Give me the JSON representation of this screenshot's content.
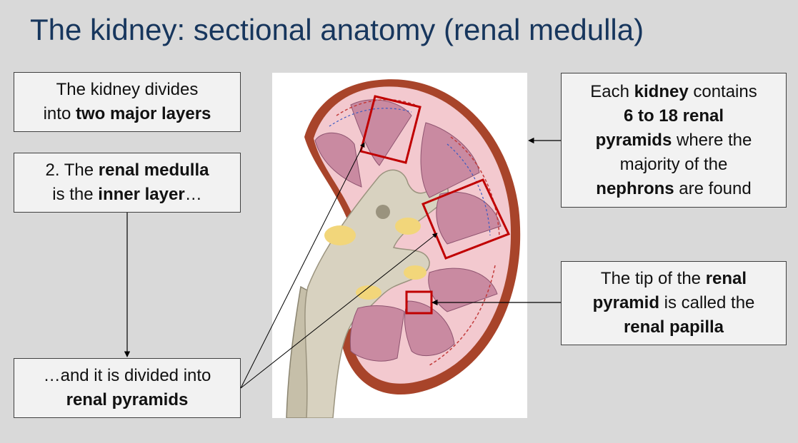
{
  "slide": {
    "title": "The kidney: sectional anatomy (renal medulla)"
  },
  "boxes": {
    "layers": {
      "lines": [
        [
          {
            "t": "The kidney divides",
            "b": false
          }
        ],
        [
          {
            "t": "into ",
            "b": false
          },
          {
            "t": "two major layers",
            "b": true
          }
        ]
      ]
    },
    "medulla": {
      "lines": [
        [
          {
            "t": "2. The ",
            "b": false
          },
          {
            "t": "renal medulla",
            "b": true
          }
        ],
        [
          {
            "t": "is the ",
            "b": false
          },
          {
            "t": "inner layer",
            "b": true
          },
          {
            "t": "…",
            "b": false
          }
        ]
      ]
    },
    "pyramids": {
      "lines": [
        [
          {
            "t": "…and it is divided into",
            "b": false
          }
        ],
        [
          {
            "t": "renal pyramids",
            "b": true
          }
        ]
      ]
    },
    "count": {
      "lines": [
        [
          {
            "t": "Each ",
            "b": false
          },
          {
            "t": "kidney",
            "b": true
          },
          {
            "t": " contains",
            "b": false
          }
        ],
        [
          {
            "t": "6 to 18 renal",
            "b": true
          }
        ],
        [
          {
            "t": "pyramids",
            "b": true
          },
          {
            "t": " where the",
            "b": false
          }
        ],
        [
          {
            "t": "majority of the",
            "b": false
          }
        ],
        [
          {
            "t": "nephrons",
            "b": true
          },
          {
            "t": " are found",
            "b": false
          }
        ]
      ]
    },
    "papilla": {
      "lines": [
        [
          {
            "t": "The tip of the ",
            "b": false
          },
          {
            "t": "renal",
            "b": true
          }
        ],
        [
          {
            "t": "pyramid",
            "b": true
          },
          {
            "t": " is called the",
            "b": false
          }
        ],
        [
          {
            "t": "renal papilla",
            "b": true
          }
        ]
      ]
    }
  },
  "colors": {
    "title": "#17365d",
    "background": "#d9d9d9",
    "box_fill": "#f2f2f2",
    "highlight": "#c00000",
    "cortex": "#f3c9cf",
    "pyramid": "#c98aa1",
    "pelvis": "#d8d2c0",
    "capsule": "#a8442a",
    "fat": "#f2d67a"
  },
  "icons": {
    "kidney": "kidney-illustration",
    "arrow": "arrowhead"
  }
}
